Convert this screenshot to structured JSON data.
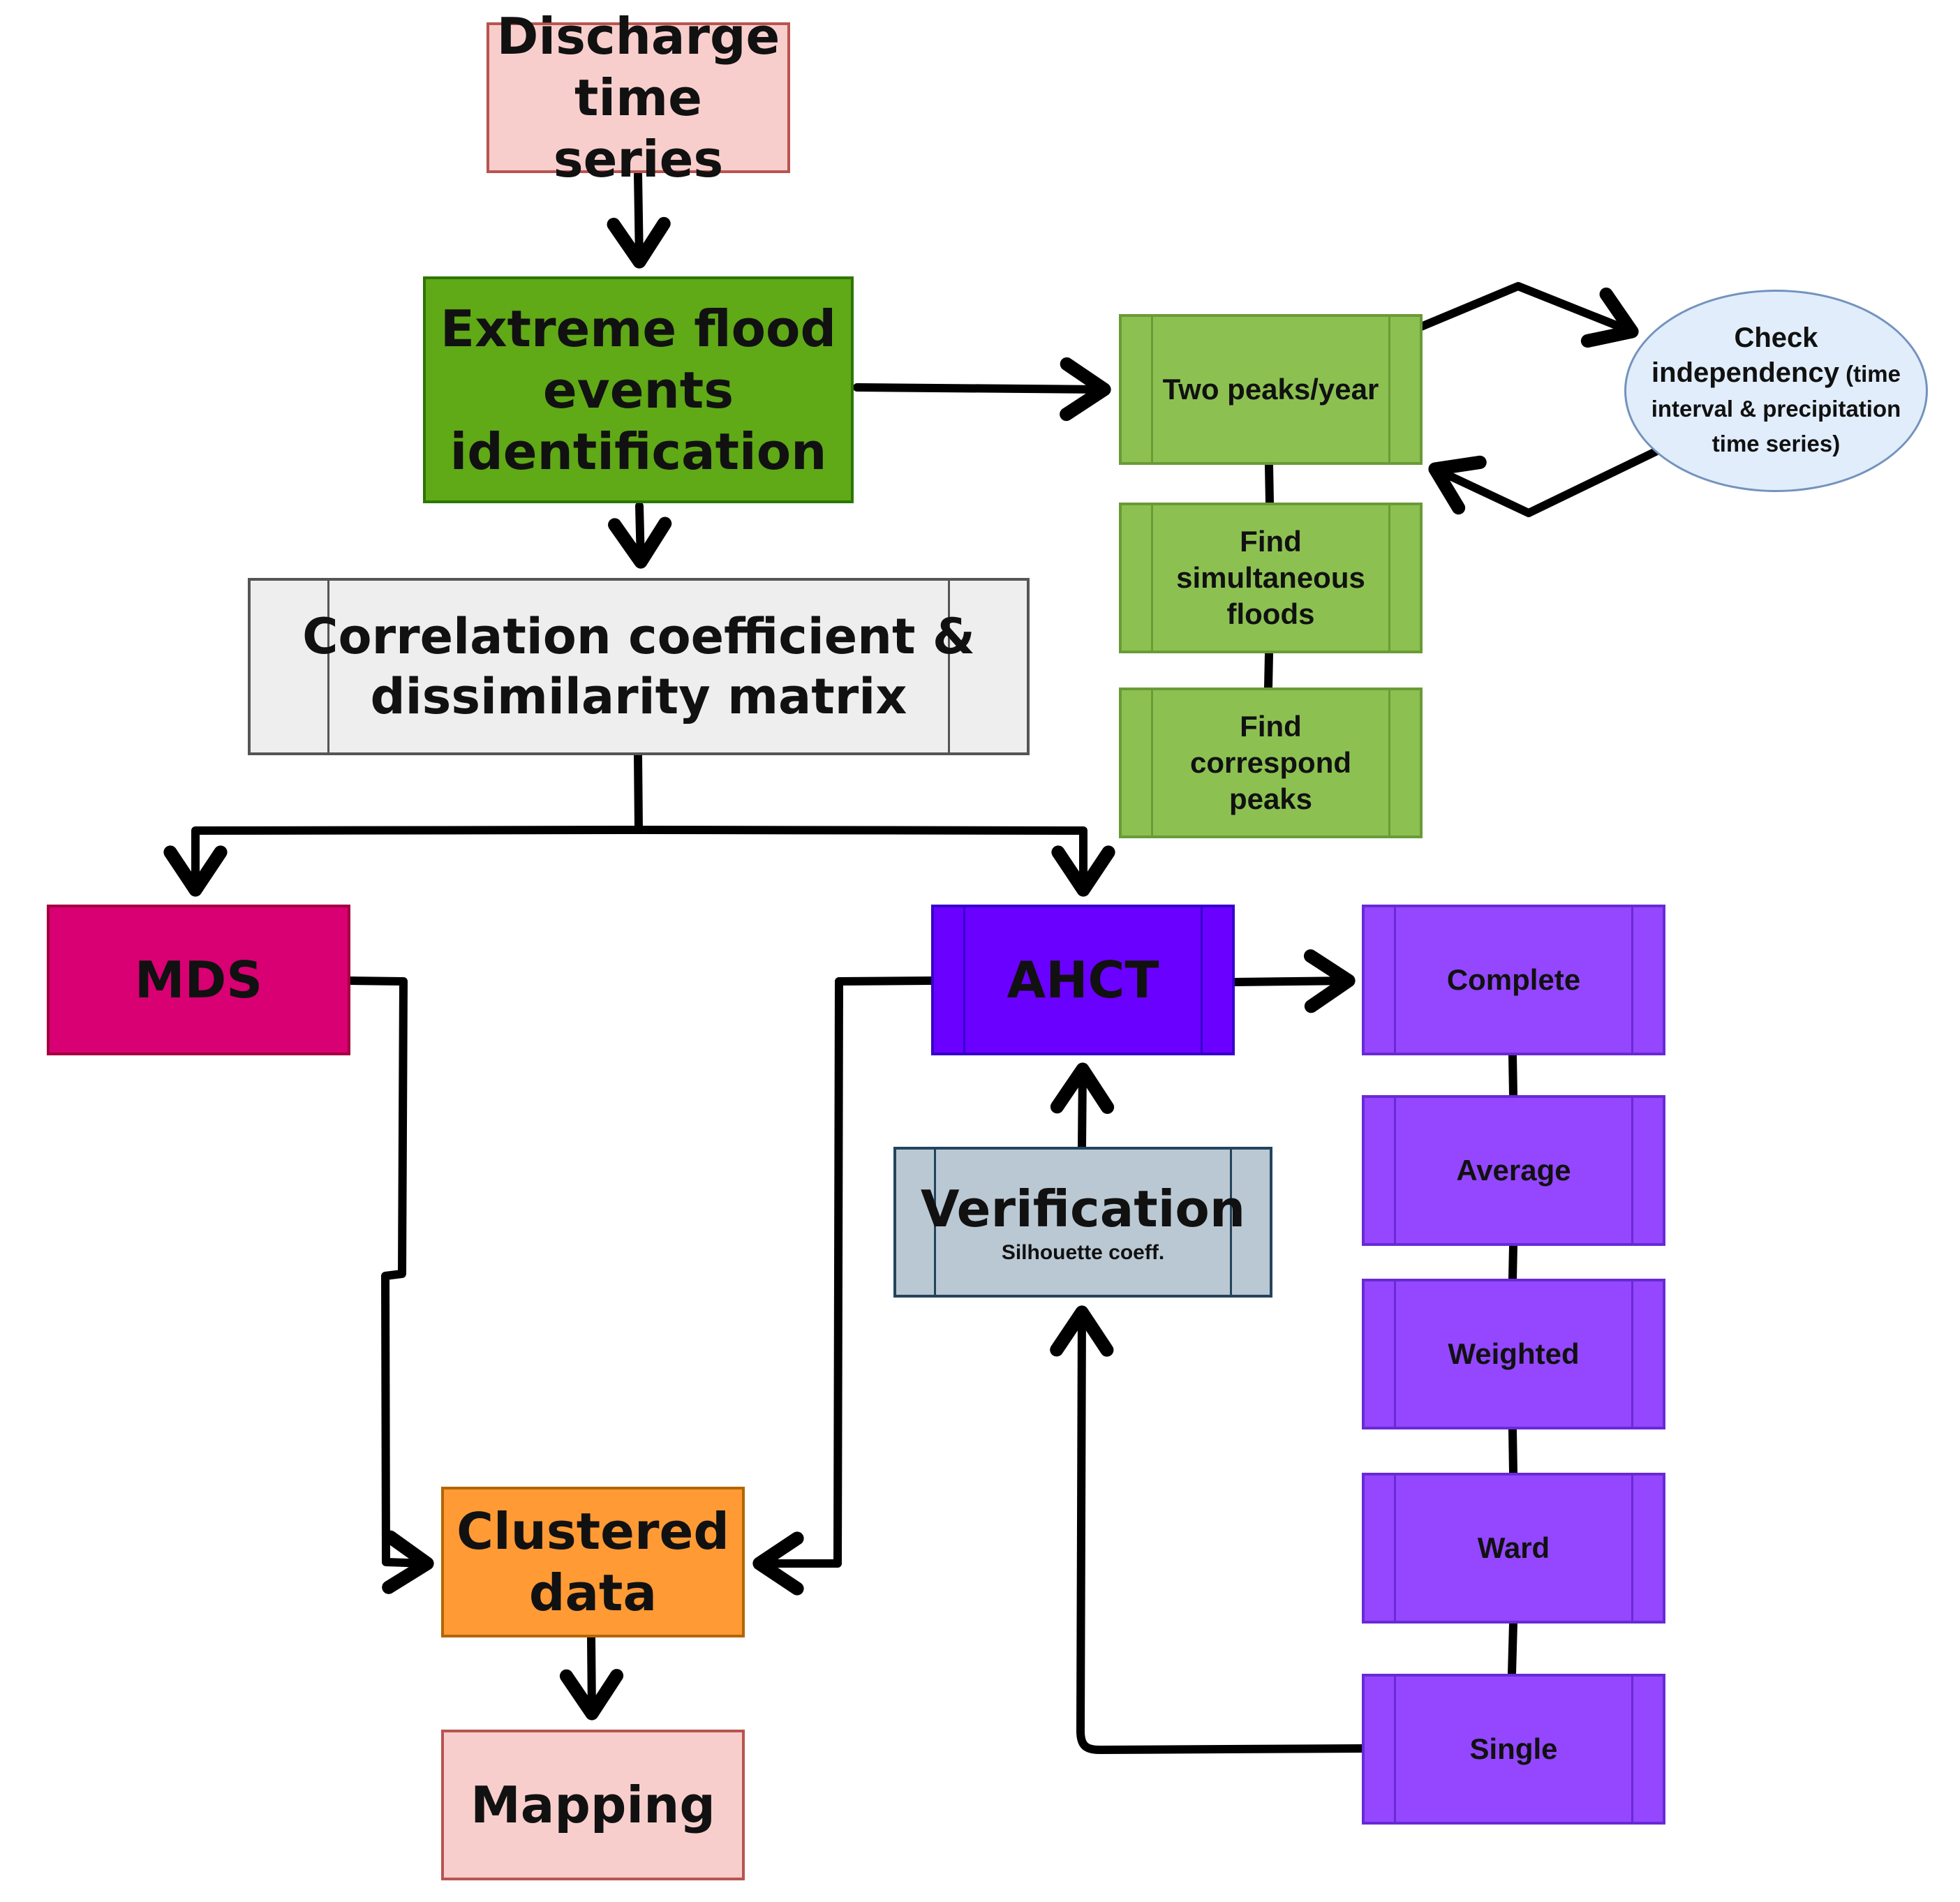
{
  "nodes": {
    "discharge": "Discharge\ntime series",
    "extreme": "Extreme flood\nevents\nidentification",
    "correlation": "Correlation coefficient &\ndissimilarity matrix",
    "mds": "MDS",
    "ahct": "AHCT",
    "verification": {
      "title": "Verification",
      "subtitle": "Silhouette coeff."
    },
    "clustered": "Clustered\ndata",
    "mapping": "Mapping",
    "two_peaks": "Two peaks/year",
    "simultaneous": "Find\nsimultaneous\nfloods",
    "correspond": "Find\ncorrespond\npeaks",
    "check": {
      "line1": "Check",
      "line2_main": "independency",
      "line2_small": " (time",
      "line3": "interval & precipitation",
      "line4": "time series)"
    },
    "complete": "Complete",
    "average": "Average",
    "weighted": "Weighted",
    "ward": "Ward",
    "single": "Single"
  },
  "colors": {
    "pink_fill": "#F8CECC",
    "pink_stroke": "#B85450",
    "green_dark_fill": "#60A917",
    "green_light_fill": "#8CC152",
    "grey_fill": "#EEEEEE",
    "magenta_fill": "#D80073",
    "blue_violet_fill": "#6A00FF",
    "slate_fill": "#BAC8D3",
    "orange_fill": "#FF9A35",
    "light_blue_fill": "#E1EDFB",
    "purple_fill": "#9447FF",
    "edge_color": "#000000"
  },
  "edges": [
    {
      "from": "discharge",
      "to": "extreme",
      "arrow": true
    },
    {
      "from": "extreme",
      "to": "correlation",
      "arrow": true
    },
    {
      "from": "extreme",
      "to": "two_peaks",
      "arrow": true
    },
    {
      "from": "two_peaks",
      "to": "check",
      "arrow": true
    },
    {
      "from": "check",
      "to": "two_peaks",
      "arrow": true
    },
    {
      "from": "two_peaks",
      "to": "simultaneous",
      "arrow": false
    },
    {
      "from": "simultaneous",
      "to": "correspond",
      "arrow": false
    },
    {
      "from": "correlation",
      "to": "mds",
      "arrow": true
    },
    {
      "from": "correlation",
      "to": "ahct",
      "arrow": true
    },
    {
      "from": "mds",
      "to": "clustered",
      "arrow": true
    },
    {
      "from": "ahct",
      "to": "clustered",
      "arrow": true
    },
    {
      "from": "ahct",
      "to": "complete",
      "arrow": true
    },
    {
      "from": "complete",
      "to": "average",
      "arrow": false
    },
    {
      "from": "average",
      "to": "weighted",
      "arrow": false
    },
    {
      "from": "weighted",
      "to": "ward",
      "arrow": false
    },
    {
      "from": "ward",
      "to": "single",
      "arrow": false
    },
    {
      "from": "single",
      "to": "verification",
      "arrow": true
    },
    {
      "from": "verification",
      "to": "ahct",
      "arrow": true
    },
    {
      "from": "clustered",
      "to": "mapping",
      "arrow": true
    }
  ]
}
